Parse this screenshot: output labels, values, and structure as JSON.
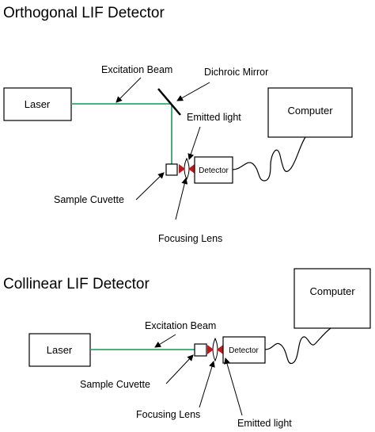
{
  "colors": {
    "beam": "#2ea86a",
    "lens": "#c0171d",
    "line": "#000000",
    "background": "#ffffff"
  },
  "orthogonal": {
    "title": "Orthogonal LIF Detector",
    "laser": "Laser",
    "computer": "Computer",
    "detector": "Detector",
    "excitation_beam": "Excitation Beam",
    "dichroic_mirror": "Dichroic Mirror",
    "emitted_light": "Emitted light",
    "sample_cuvette": "Sample Cuvette",
    "focusing_lens": "Focusing Lens"
  },
  "collinear": {
    "title": "Collinear LIF Detector",
    "laser": "Laser",
    "computer": "Computer",
    "detector": "Detector",
    "excitation_beam": "Excitation Beam",
    "emitted_light": "Emitted light",
    "sample_cuvette": "Sample Cuvette",
    "focusing_lens": "Focusing Lens"
  }
}
